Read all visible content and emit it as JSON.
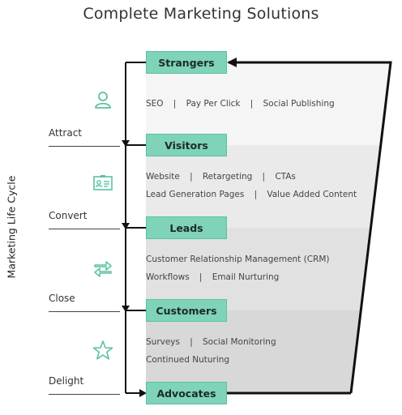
{
  "title": "Complete Marketing Solutions",
  "vertical_label": "Marketing Life Cycle",
  "stages": [
    "Strangers",
    "Visitors",
    "Leads",
    "Customers",
    "Advocates"
  ],
  "phases": [
    {
      "label": "Attract",
      "icon": "person-icon"
    },
    {
      "label": "Convert",
      "icon": "id-card-icon"
    },
    {
      "label": "Close",
      "icon": "exchange-arrows-icon"
    },
    {
      "label": "Delight",
      "icon": "star-icon"
    }
  ],
  "bands": [
    {
      "lines": [
        [
          "SEO",
          "Pay Per Click",
          "Social Publishing"
        ]
      ],
      "fill": "#f5f5f5"
    },
    {
      "lines": [
        [
          "Website",
          "Retargeting",
          "CTAs"
        ],
        [
          "Lead Generation Pages",
          "Value Added Content"
        ]
      ],
      "fill": "#eaeaea"
    },
    {
      "lines": [
        [
          "Customer Relationship Management (CRM)"
        ],
        [
          "Workflows",
          "Email Nurturing"
        ]
      ],
      "fill": "#e1e1e1"
    },
    {
      "lines": [
        [
          "Surveys",
          "Social Monitoring"
        ],
        [
          "Continued Nuturing"
        ]
      ],
      "fill": "#d8d8d8"
    }
  ],
  "colors": {
    "accent": "#7ed3b9",
    "accent_border": "#5cc1a3",
    "icon": "#5cc1a3",
    "arrow": "#111111"
  }
}
